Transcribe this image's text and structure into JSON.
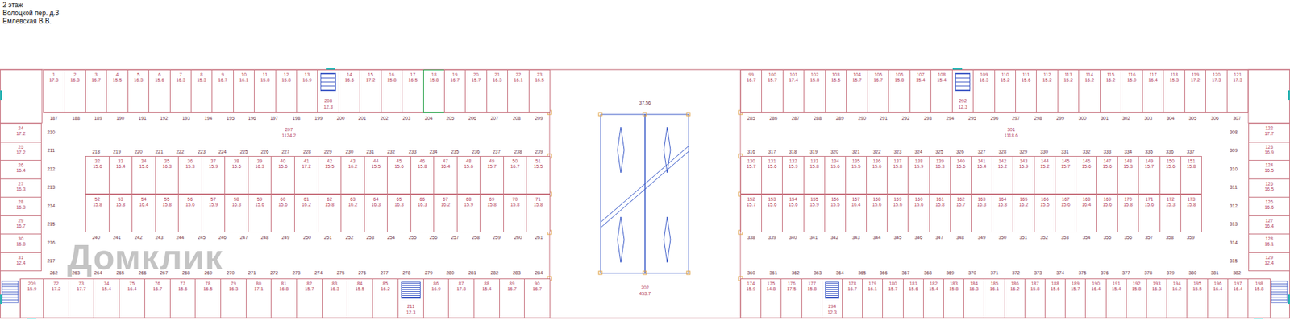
{
  "diagram": {
    "nodes": [
      {
        "text": [
          "1",
          "17.3"
        ]
      },
      {
        "text": [
          "2",
          "16.3"
        ]
      },
      {
        "text": [
          "3",
          "16.7"
        ]
      },
      {
        "text": [
          "4",
          "15.5"
        ]
      },
      {
        "text": [
          "5",
          "16.3"
        ]
      },
      {
        "text": [
          "6",
          "15.6"
        ]
      },
      {
        "text": [
          "7",
          "16.3"
        ]
      },
      {
        "text": [
          "8",
          "15.3"
        ]
      },
      {
        "text": [
          "9",
          "16.7"
        ]
      },
      {
        "text": [
          "10",
          "16.1"
        ]
      },
      {
        "text": [
          "11",
          "15.8"
        ]
      },
      {
        "text": [
          "12",
          "15.8"
        ]
      },
      {
        "text": [
          "13",
          "16.9"
        ]
      },
      {
        "text": [
          "208",
          "12.3"
        ]
      },
      {
        "text": [
          "14",
          "16.6"
        ]
      },
      {
        "text": [
          "15",
          "17.2"
        ]
      },
      {
        "text": [
          "16",
          "15.8"
        ]
      },
      {
        "text": [
          "17",
          "16.5"
        ]
      },
      {
        "text": [
          "18",
          "15.8"
        ]
      },
      {
        "text": [
          "19",
          "16.7"
        ]
      },
      {
        "text": [
          "20",
          "15.7"
        ]
      },
      {
        "text": [
          "21",
          "16.3"
        ]
      },
      {
        "text": [
          "22",
          "16.1"
        ]
      },
      {
        "text": [
          "23",
          "16.5"
        ]
      },
      {
        "text": [
          "99",
          "16.7"
        ]
      },
      {
        "text": [
          "100",
          "15.7"
        ]
      },
      {
        "text": [
          "101",
          "17.4"
        ]
      },
      {
        "text": [
          "102",
          "15.8"
        ]
      },
      {
        "text": [
          "103",
          "15.5"
        ]
      },
      {
        "text": [
          "104",
          "15.7"
        ]
      },
      {
        "text": [
          "105",
          "16.7"
        ]
      },
      {
        "text": [
          "106",
          "15.8"
        ]
      },
      {
        "text": [
          "107",
          "15.4"
        ]
      },
      {
        "text": [
          "108",
          "15.4"
        ]
      },
      {
        "text": [
          "292",
          "12.3"
        ]
      },
      {
        "text": [
          "109",
          "16.3"
        ]
      },
      {
        "text": [
          "110",
          "15.2"
        ]
      },
      {
        "text": [
          "111",
          "15.6"
        ]
      },
      {
        "text": [
          "112",
          "15.2"
        ]
      },
      {
        "text": [
          "113",
          "15.2"
        ]
      },
      {
        "text": [
          "114",
          "16.2"
        ]
      },
      {
        "text": [
          "115",
          "16.2"
        ]
      },
      {
        "text": [
          "116",
          "15.0"
        ]
      },
      {
        "text": [
          "117",
          "16.4"
        ]
      },
      {
        "text": [
          "118",
          "15.3"
        ]
      },
      {
        "text": [
          "119",
          "17.2"
        ]
      },
      {
        "text": [
          "120",
          "17.3"
        ]
      },
      {
        "text": [
          "121",
          "17.3"
        ]
      },
      {
        "text": [
          "24",
          "17.2"
        ]
      },
      {
        "text": [
          "25",
          "17.2"
        ]
      },
      {
        "text": [
          "26",
          "16.4"
        ]
      },
      {
        "text": [
          "27",
          "16.3"
        ]
      },
      {
        "text": [
          "28",
          "16.3"
        ]
      },
      {
        "text": [
          "29",
          "16.7"
        ]
      },
      {
        "text": [
          "30",
          "16.8"
        ]
      },
      {
        "text": [
          "31",
          "12.4"
        ]
      },
      {
        "text": [
          "122",
          "17.7"
        ]
      },
      {
        "text": [
          "123",
          "16.9"
        ]
      },
      {
        "text": [
          "124",
          "16.5"
        ]
      },
      {
        "text": [
          "125",
          "16.5"
        ]
      },
      {
        "text": [
          "126",
          "16.6"
        ]
      },
      {
        "text": [
          "127",
          "16.4"
        ]
      },
      {
        "text": [
          "128",
          "16.1"
        ]
      },
      {
        "text": [
          "129",
          "12.4"
        ]
      },
      {
        "text": [
          "32",
          "15.6"
        ]
      },
      {
        "text": [
          "33",
          "16.4"
        ]
      },
      {
        "text": [
          "34",
          "15.6"
        ]
      },
      {
        "text": [
          "35",
          "16.3"
        ]
      },
      {
        "text": [
          "36",
          "15.3"
        ]
      },
      {
        "text": [
          "37",
          "15.9"
        ]
      },
      {
        "text": [
          "38",
          "15.6"
        ]
      },
      {
        "text": [
          "39",
          "16.3"
        ]
      },
      {
        "text": [
          "40",
          "15.6"
        ]
      },
      {
        "text": [
          "41",
          "17.2"
        ]
      },
      {
        "text": [
          "42",
          "15.5"
        ]
      },
      {
        "text": [
          "43",
          "16.2"
        ]
      },
      {
        "text": [
          "44",
          "15.5"
        ]
      },
      {
        "text": [
          "45",
          "15.6"
        ]
      },
      {
        "text": [
          "46",
          "15.8"
        ]
      },
      {
        "text": [
          "47",
          "16.4"
        ]
      },
      {
        "text": [
          "48",
          "15.6"
        ]
      },
      {
        "text": [
          "49",
          "15.7"
        ]
      },
      {
        "text": [
          "50",
          "16.7"
        ]
      },
      {
        "text": [
          "51",
          "15.5"
        ]
      },
      {
        "text": [
          "52",
          "15.8"
        ]
      },
      {
        "text": [
          "53",
          "15.8"
        ]
      },
      {
        "text": [
          "54",
          "16.4"
        ]
      },
      {
        "text": [
          "55",
          "15.8"
        ]
      },
      {
        "text": [
          "56",
          "15.6"
        ]
      },
      {
        "text": [
          "57",
          "15.9"
        ]
      },
      {
        "text": [
          "58",
          "16.3"
        ]
      },
      {
        "text": [
          "59",
          "15.6"
        ]
      },
      {
        "text": [
          "60",
          "15.6"
        ]
      },
      {
        "text": [
          "61",
          "16.2"
        ]
      },
      {
        "text": [
          "62",
          "15.8"
        ]
      },
      {
        "text": [
          "63",
          "16.2"
        ]
      },
      {
        "text": [
          "64",
          "16.3"
        ]
      },
      {
        "text": [
          "65",
          "16.3"
        ]
      },
      {
        "text": [
          "66",
          "16.3"
        ]
      },
      {
        "text": [
          "67",
          "16.2"
        ]
      },
      {
        "text": [
          "68",
          "15.9"
        ]
      },
      {
        "text": [
          "69",
          "15.8"
        ]
      },
      {
        "text": [
          "70",
          "15.8"
        ]
      },
      {
        "text": [
          "71",
          "15.8"
        ]
      },
      {
        "text": [
          "130",
          "15.7"
        ]
      },
      {
        "text": [
          "131",
          "15.6"
        ]
      },
      {
        "text": [
          "132",
          "15.9"
        ]
      },
      {
        "text": [
          "133",
          "15.8"
        ]
      },
      {
        "text": [
          "134",
          "15.6"
        ]
      },
      {
        "text": [
          "135",
          "15.5"
        ]
      },
      {
        "text": [
          "136",
          "15.6"
        ]
      },
      {
        "text": [
          "137",
          "15.8"
        ]
      },
      {
        "text": [
          "138",
          "15.9"
        ]
      },
      {
        "text": [
          "139",
          "16.3"
        ]
      },
      {
        "text": [
          "140",
          "15.6"
        ]
      },
      {
        "text": [
          "141",
          "15.4"
        ]
      },
      {
        "text": [
          "142",
          "15.2"
        ]
      },
      {
        "text": [
          "143",
          "15.9"
        ]
      },
      {
        "text": [
          "144",
          "15.2"
        ]
      },
      {
        "text": [
          "145",
          "15.7"
        ]
      },
      {
        "text": [
          "146",
          "15.6"
        ]
      },
      {
        "text": [
          "147",
          "15.6"
        ]
      },
      {
        "text": [
          "148",
          "15.3"
        ]
      },
      {
        "text": [
          "149",
          "15.7"
        ]
      },
      {
        "text": [
          "150",
          "15.6"
        ]
      },
      {
        "text": [
          "151",
          "15.8"
        ]
      },
      {
        "text": [
          "152",
          "15.7"
        ]
      },
      {
        "text": [
          "153",
          "15.6"
        ]
      },
      {
        "text": [
          "154",
          "15.6"
        ]
      },
      {
        "text": [
          "155",
          "15.9"
        ]
      },
      {
        "text": [
          "156",
          "15.5"
        ]
      },
      {
        "text": [
          "157",
          "16.4"
        ]
      },
      {
        "text": [
          "158",
          "15.6"
        ]
      },
      {
        "text": [
          "159",
          "15.6"
        ]
      },
      {
        "text": [
          "160",
          "15.6"
        ]
      },
      {
        "text": [
          "161",
          "15.8"
        ]
      },
      {
        "text": [
          "162",
          "15.7"
        ]
      },
      {
        "text": [
          "163",
          "16.3"
        ]
      },
      {
        "text": [
          "164",
          "15.8"
        ]
      },
      {
        "text": [
          "165",
          "16.2"
        ]
      },
      {
        "text": [
          "166",
          "15.5"
        ]
      },
      {
        "text": [
          "167",
          "15.6"
        ]
      },
      {
        "text": [
          "168",
          "16.4"
        ]
      },
      {
        "text": [
          "169",
          "15.6"
        ]
      },
      {
        "text": [
          "170",
          "15.8"
        ]
      },
      {
        "text": [
          "171",
          "15.6"
        ]
      },
      {
        "text": [
          "172",
          "15.3"
        ]
      },
      {
        "text": [
          "173",
          "15.8"
        ]
      },
      {
        "text": [
          "209",
          "15.9"
        ]
      },
      {
        "text": [
          "72",
          "17.2"
        ]
      },
      {
        "text": [
          "73",
          "17.7"
        ]
      },
      {
        "text": [
          "74",
          "15.4"
        ]
      },
      {
        "text": [
          "75",
          "16.4"
        ]
      },
      {
        "text": [
          "76",
          "16.7"
        ]
      },
      {
        "text": [
          "77",
          "15.6"
        ]
      },
      {
        "text": [
          "78",
          "16.5"
        ]
      },
      {
        "text": [
          "79",
          "16.3"
        ]
      },
      {
        "text": [
          "80",
          "17.1"
        ]
      },
      {
        "text": [
          "81",
          "16.8"
        ]
      },
      {
        "text": [
          "82",
          "15.7"
        ]
      },
      {
        "text": [
          "83",
          "16.3"
        ]
      },
      {
        "text": [
          "84",
          "15.5"
        ]
      },
      {
        "text": [
          "85",
          "16.2"
        ]
      },
      {
        "text": [
          "211",
          "12.3"
        ]
      },
      {
        "text": [
          "86",
          "16.9"
        ]
      },
      {
        "text": [
          "87",
          "17.8"
        ]
      },
      {
        "text": [
          "88",
          "15.4"
        ]
      },
      {
        "text": [
          "89",
          "16.7"
        ]
      },
      {
        "text": [
          "90",
          "16.7"
        ]
      },
      {
        "text": [
          "174",
          "15.9"
        ]
      },
      {
        "text": [
          "175",
          "14.8"
        ]
      },
      {
        "text": [
          "176",
          "17.5"
        ]
      },
      {
        "text": [
          "177",
          "15.8"
        ]
      },
      {
        "text": [
          "294",
          "12.3"
        ]
      },
      {
        "text": [
          "178",
          "16.7"
        ]
      },
      {
        "text": [
          "179",
          "16.1"
        ]
      },
      {
        "text": [
          "180",
          "15.7"
        ]
      },
      {
        "text": [
          "181",
          "15.6"
        ]
      },
      {
        "text": [
          "182",
          "15.4"
        ]
      },
      {
        "text": [
          "183",
          "15.8"
        ]
      },
      {
        "text": [
          "184",
          "16.3"
        ]
      },
      {
        "text": [
          "185",
          "16.1"
        ]
      },
      {
        "text": [
          "186",
          "16.2"
        ]
      },
      {
        "text": [
          "187",
          "15.8"
        ]
      },
      {
        "text": [
          "188",
          "15.6"
        ]
      },
      {
        "text": [
          "189",
          "15.7"
        ]
      },
      {
        "text": [
          "190",
          "16.4"
        ]
      },
      {
        "text": [
          "191",
          "15.4"
        ]
      },
      {
        "text": [
          "192",
          "15.8"
        ]
      },
      {
        "text": [
          "193",
          "16.3"
        ]
      },
      {
        "text": [
          "194",
          "16.2"
        ]
      },
      {
        "text": [
          "195",
          "15.5"
        ]
      },
      {
        "text": [
          "196",
          "16.4"
        ]
      },
      {
        "text": [
          "197",
          "16.4"
        ]
      },
      {
        "text": [
          "198",
          "15.8"
        ]
      }
    ],
    "labels": [
      "2 этаж",
      "Волоцкой пер. д.3",
      "Емлевская В.В.",
      "Домклик",
      "207",
      "1124.2",
      "301",
      "1118.6",
      "37.56",
      "202",
      "453.7",
      "187",
      "188",
      "189",
      "190",
      "191",
      "192",
      "193",
      "194",
      "195",
      "196",
      "197",
      "198",
      "199",
      "200",
      "201",
      "202",
      "203",
      "204",
      "205",
      "206",
      "207",
      "208",
      "209",
      "285",
      "286",
      "287",
      "288",
      "289",
      "290",
      "291",
      "292",
      "293",
      "294",
      "295",
      "296",
      "297",
      "298",
      "299",
      "300",
      "301",
      "302",
      "303",
      "304",
      "305",
      "306",
      "307",
      "210",
      "211",
      "212",
      "213",
      "214",
      "215",
      "216",
      "217",
      "308",
      "309",
      "310",
      "311",
      "312",
      "313",
      "314",
      "315",
      "218",
      "219",
      "220",
      "221",
      "222",
      "223",
      "224",
      "225",
      "226",
      "227",
      "228",
      "229",
      "230",
      "231",
      "232",
      "233",
      "234",
      "235",
      "236",
      "237",
      "238",
      "239",
      "240",
      "241",
      "242",
      "243",
      "244",
      "245",
      "246",
      "247",
      "248",
      "249",
      "250",
      "251",
      "252",
      "253",
      "254",
      "255",
      "256",
      "257",
      "258",
      "259",
      "260",
      "261",
      "262",
      "263",
      "264",
      "265",
      "266",
      "267",
      "268",
      "269",
      "270",
      "271",
      "272",
      "273",
      "274",
      "275",
      "276",
      "277",
      "278",
      "279",
      "280",
      "281",
      "282",
      "283",
      "284",
      "316",
      "317",
      "318",
      "319",
      "320",
      "321",
      "322",
      "323",
      "324",
      "325",
      "326",
      "327",
      "328",
      "329",
      "330",
      "331",
      "332",
      "333",
      "334",
      "335",
      "336",
      "337",
      "338",
      "339",
      "340",
      "341",
      "342",
      "343",
      "344",
      "345",
      "346",
      "347",
      "348",
      "349",
      "350",
      "351",
      "352",
      "353",
      "354",
      "355",
      "356",
      "357",
      "358",
      "359",
      "360",
      "361",
      "362",
      "363",
      "364",
      "365",
      "366",
      "367",
      "368",
      "369",
      "370",
      "371",
      "372",
      "373",
      "374",
      "375",
      "376",
      "377",
      "378",
      "379",
      "380",
      "381",
      "382"
    ]
  }
}
